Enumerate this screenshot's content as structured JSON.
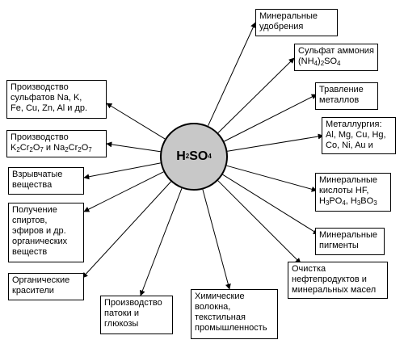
{
  "center": {
    "label": "H2SO4"
  },
  "boxes": [
    {
      "id": "fertilizers",
      "text": "Минеральные\nудобрения"
    },
    {
      "id": "ammonium-sulfate",
      "text": "Сульфат аммония\n(NH4)2SO4"
    },
    {
      "id": "metal-pickling",
      "text": "Травление\nметаллов"
    },
    {
      "id": "metallurgy",
      "text": "Металлургия:\nAl, Mg, Cu, Hg,\nCo, Ni, Au  и"
    },
    {
      "id": "mineral-acids",
      "text": "Минеральные\nкислоты HF,\nH3PO4, H3BO3"
    },
    {
      "id": "mineral-pigments",
      "text": "Минеральные\nпигменты"
    },
    {
      "id": "oil-purification",
      "text": "Очистка\nнефтепродуктов и\nминеральных масел"
    },
    {
      "id": "chemical-fibers",
      "text": "Химические\nволокна,\nтекстильная\nпромышленность"
    },
    {
      "id": "molasses-glucose",
      "text": "Производство\nпатоки и\nглюкозы"
    },
    {
      "id": "organic-dyes",
      "text": "Органические\nкрасители"
    },
    {
      "id": "alcohols",
      "text": "Получение\nспиртов,\nэфиров и др.\nорганических\nвеществ"
    },
    {
      "id": "explosives",
      "text": "Взрывчатые\nвещества"
    },
    {
      "id": "dichromates",
      "text": "Производство\nK2Cr2O7 и Na2Cr2O7"
    },
    {
      "id": "sulfates-production",
      "text": "Производство\nсульфатов Na, K,\nFe, Cu, Zn, Al и др."
    }
  ]
}
